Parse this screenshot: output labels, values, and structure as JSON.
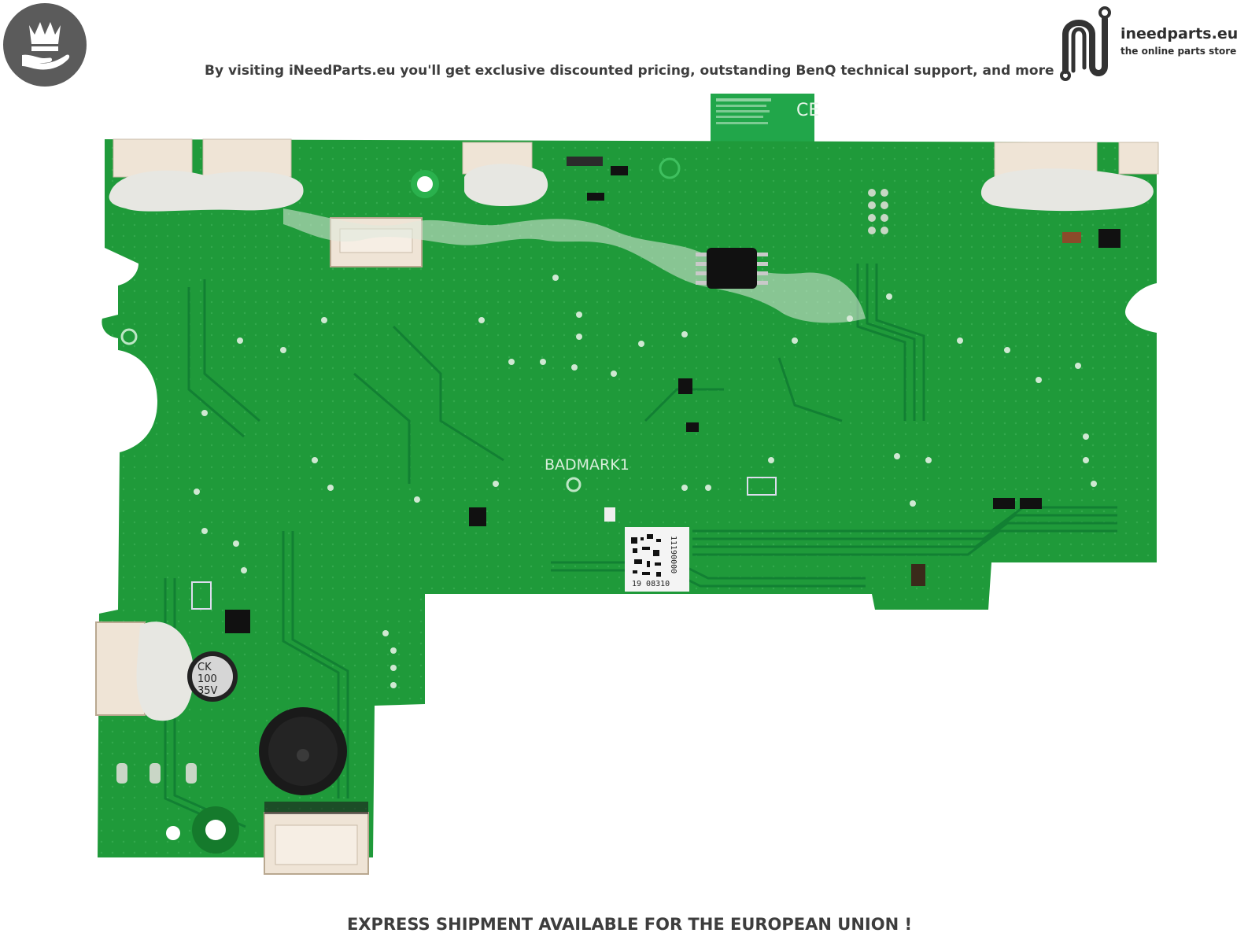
{
  "header": {
    "badge_icon": "crown-on-hand-icon",
    "tagline": "By visiting iNeedParts.eu you'll get exclusive discounted pricing, outstanding BenQ technical support, and more",
    "logo": {
      "icon": "ineedparts-logo-icon",
      "name": "ineedparts.eu",
      "subtitle": "the online parts store"
    }
  },
  "board": {
    "silkscreen": "BADMARK1",
    "barcode_label": "11190000",
    "date_label": "19 08310",
    "capacitor_label": [
      "CK",
      "100",
      "35V"
    ],
    "module_mark": "CE",
    "colors": {
      "pcb": "#1f9a3a",
      "pcb_dark": "#157a2c",
      "trace": "#128033",
      "connector": "#efe4d6",
      "glue": "#e7e7e2"
    }
  },
  "footer": {
    "notice": "EXPRESS SHIPMENT AVAILABLE FOR THE EUROPEAN UNION !"
  }
}
